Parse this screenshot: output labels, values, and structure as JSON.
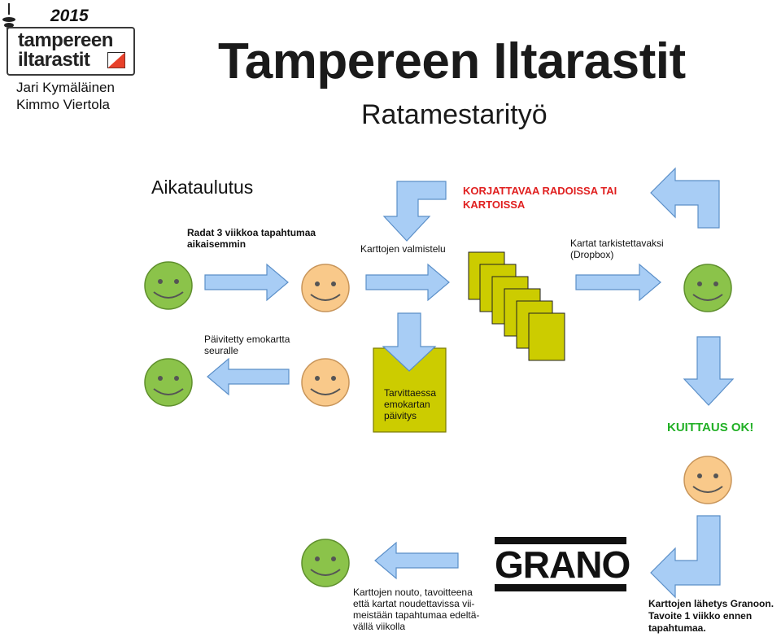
{
  "logo": {
    "year": "2015",
    "line1": "tampereen",
    "line2": "iltarastit"
  },
  "authors": [
    "Jari Kymäläinen",
    "Kimmo Viertola"
  ],
  "title": "Tampereen Iltarastit",
  "subtitle": "Ratamestarityö",
  "diagram": {
    "heading": "Aikataulutus",
    "labels": {
      "radat": [
        "Radat 3 viikkoa tapahtumaa",
        "aikaisemmin"
      ],
      "valmistelu": [
        "Karttojen valmistelu"
      ],
      "korjattavaa": [
        "KORJATTAVAA RADOISSA TAI",
        "KARTOISSA"
      ],
      "tarkistettavaksi": [
        "Kartat tarkistettavaksi",
        "(Dropbox)"
      ],
      "paivitetty": [
        "Päivitetty emokartta",
        "seuralle"
      ],
      "tarvittaessa": [
        "Tarvittaessa",
        "emokartan",
        "päivitys"
      ],
      "kuittaus": [
        "KUITTAUS OK!"
      ],
      "nouto": [
        "Karttojen nouto, tavoitteena",
        "että kartat noudettavissa vii-",
        "meistään tapahtumaa edeltä-",
        "vällä viikolla"
      ],
      "lahetys": [
        "Karttojen lähetys Granoon.",
        "Tavoite 1 viikko ennen",
        "tapahtumaa."
      ]
    },
    "grano": "GRANO",
    "colors": {
      "arrow_fill": "#a8cdf5",
      "arrow_stroke": "#5b8fc8",
      "face_green": "#8bc34a",
      "face_orange": "#f9c98a",
      "paper": "#cccc00",
      "warn_red": "#e02020",
      "ok_green": "#22b026"
    },
    "icons": [
      "tower-icon",
      "orienteering-flag-icon",
      "smiley-face-icon",
      "arrow-icon",
      "map-sheet-icon"
    ]
  }
}
